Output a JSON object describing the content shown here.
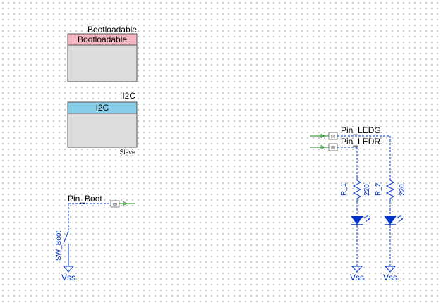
{
  "components": {
    "bootloadable": {
      "instance_name": "Bootloadable",
      "header": "Bootloadable",
      "header_color": "#f4b6c2"
    },
    "i2c": {
      "instance_name": "I2C",
      "header": "I2C",
      "mode": "Slave",
      "header_color": "#87ceeb"
    }
  },
  "pins": {
    "pin_boot": {
      "name": "Pin_Boot"
    },
    "pin_ledg": {
      "name": "Pin_LEDG"
    },
    "pin_ledr": {
      "name": "Pin_LEDR"
    }
  },
  "switch": {
    "name": "SW_Boot"
  },
  "resistors": [
    {
      "name": "R_1",
      "value": "220"
    },
    {
      "name": "R_2",
      "value": "220"
    }
  ],
  "grounds": [
    {
      "label": "Vss"
    },
    {
      "label": "Vss"
    },
    {
      "label": "Vss"
    }
  ],
  "colors": {
    "wire_blue": "#0033cc",
    "wire_green": "#1a8c1a",
    "component_body": "#dcdcdc"
  }
}
